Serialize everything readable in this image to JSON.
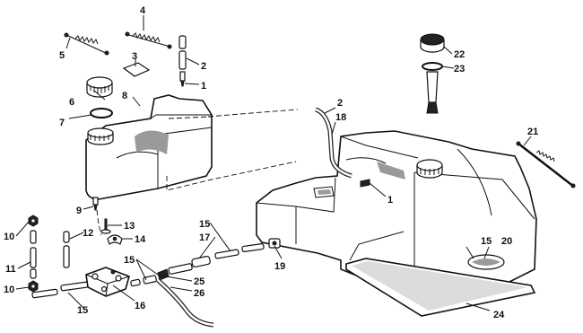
{
  "callouts": {
    "c1a": "1",
    "c1b": "1",
    "c2a": "2",
    "c2b": "2",
    "c3": "3",
    "c4": "4",
    "c5": "5",
    "c6": "6",
    "c7": "7",
    "c8": "8",
    "c9": "9",
    "c10a": "10",
    "c10b": "10",
    "c11": "11",
    "c12": "12",
    "c13": "13",
    "c14": "14",
    "c15a": "15",
    "c15b": "15",
    "c15c": "15",
    "c15d": "15",
    "c16": "16",
    "c17": "17",
    "c18": "18",
    "c19": "19",
    "c20": "20",
    "c21": "21",
    "c22": "22",
    "c23": "23",
    "c24": "24",
    "c25": "25",
    "c26": "26"
  }
}
